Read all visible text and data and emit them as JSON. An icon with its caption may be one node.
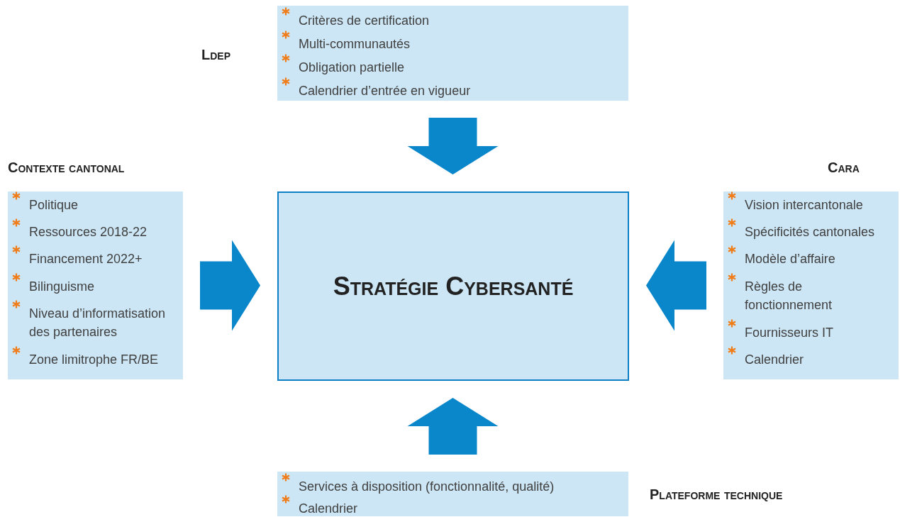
{
  "diagram": {
    "nodes": [
      {
        "text": [
          "Ldep",
          "Critères de certification",
          "Multi-communautés",
          "Obligation partielle",
          "Calendrier d’entrée en vigueur"
        ]
      },
      {
        "text": [
          "Contexte cantonal",
          "Politique",
          "Ressources 2018-22",
          "Financement 2022+",
          "Bilinguisme",
          "Niveau d’informatisation des partenaires",
          "Zone limitrophe FR/BE"
        ]
      },
      {
        "text": [
          "Cara",
          "Vision intercantonale",
          "Spécificités cantonales",
          "Modèle d’affaire",
          "Règles de fonctionnement",
          "Fournisseurs IT",
          "Calendrier"
        ]
      },
      {
        "text": [
          "Stratégie Cybersanté"
        ]
      },
      {
        "text": [
          "Plateforme technique",
          "Services à disposition (fonctionnalité, qualité)",
          "Calendrier"
        ]
      }
    ],
    "edges": [
      {
        "from": 0,
        "to": 3,
        "arrow": "to"
      },
      {
        "from": 1,
        "to": 3,
        "arrow": "to"
      },
      {
        "from": 2,
        "to": 3,
        "arrow": "to"
      },
      {
        "from": 4,
        "to": 3,
        "arrow": "to"
      }
    ]
  }
}
